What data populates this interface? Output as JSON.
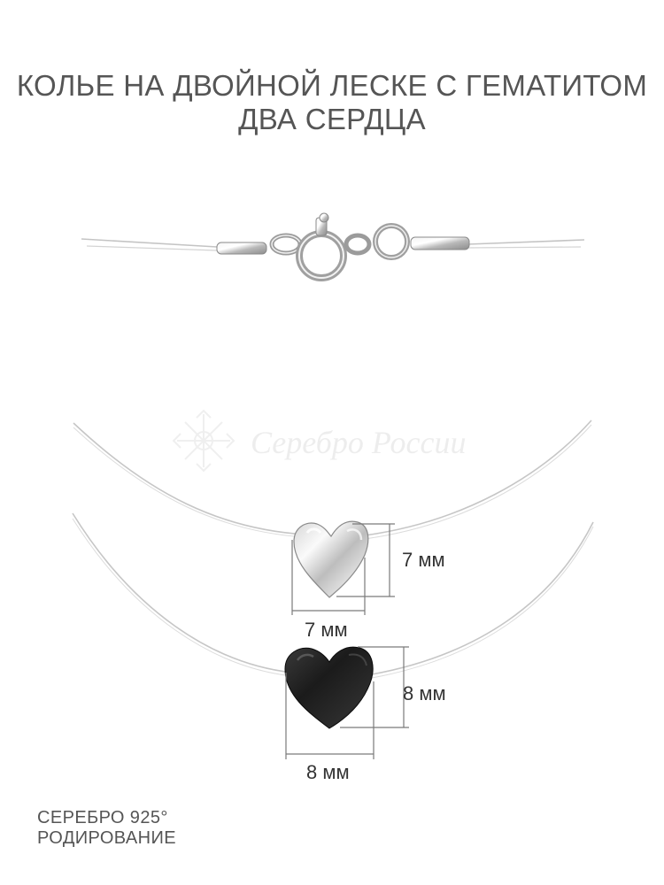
{
  "title": {
    "line1": "КОЛЬЕ НА ДВОЙНОЙ ЛЕСКЕ С ГЕМАТИТОМ",
    "line2": "ДВА СЕРДЦА"
  },
  "watermark": "Серебро России",
  "dimensions": {
    "silver_heart_height": "7 мм",
    "silver_heart_width": "7 мм",
    "hematite_heart_height": "8 мм",
    "hematite_heart_width": "8 мм"
  },
  "footer": {
    "metal": "СЕРЕБРО 925°",
    "coating": "РОДИРОВАНИЕ"
  },
  "colors": {
    "title_text": "#555555",
    "silver": "#c8c8c8",
    "hematite": "#1e1e1e",
    "dimension_line": "#7a7a7a"
  }
}
